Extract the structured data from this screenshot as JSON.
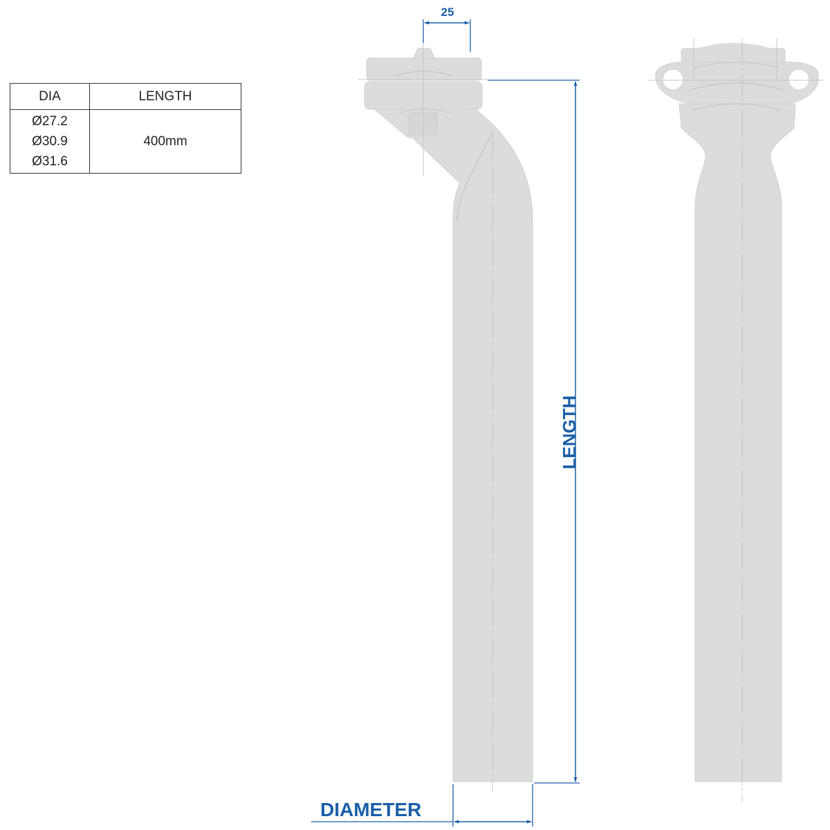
{
  "spec_table": {
    "headers": {
      "dia": "DIA",
      "length": "LENGTH"
    },
    "diameters": [
      "Ø27.2",
      "Ø30.9",
      "Ø31.6"
    ],
    "length_value": "400mm"
  },
  "dimensions": {
    "setback": "25",
    "length_label": "LENGTH",
    "diameter_label": "DIAMETER"
  },
  "views": {
    "side": "seatpost-side-view",
    "front": "seatpost-front-view"
  },
  "colors": {
    "dimension_blue": "#1a5ea8",
    "part_gray": "#dcdcdc",
    "table_border": "#333333"
  }
}
